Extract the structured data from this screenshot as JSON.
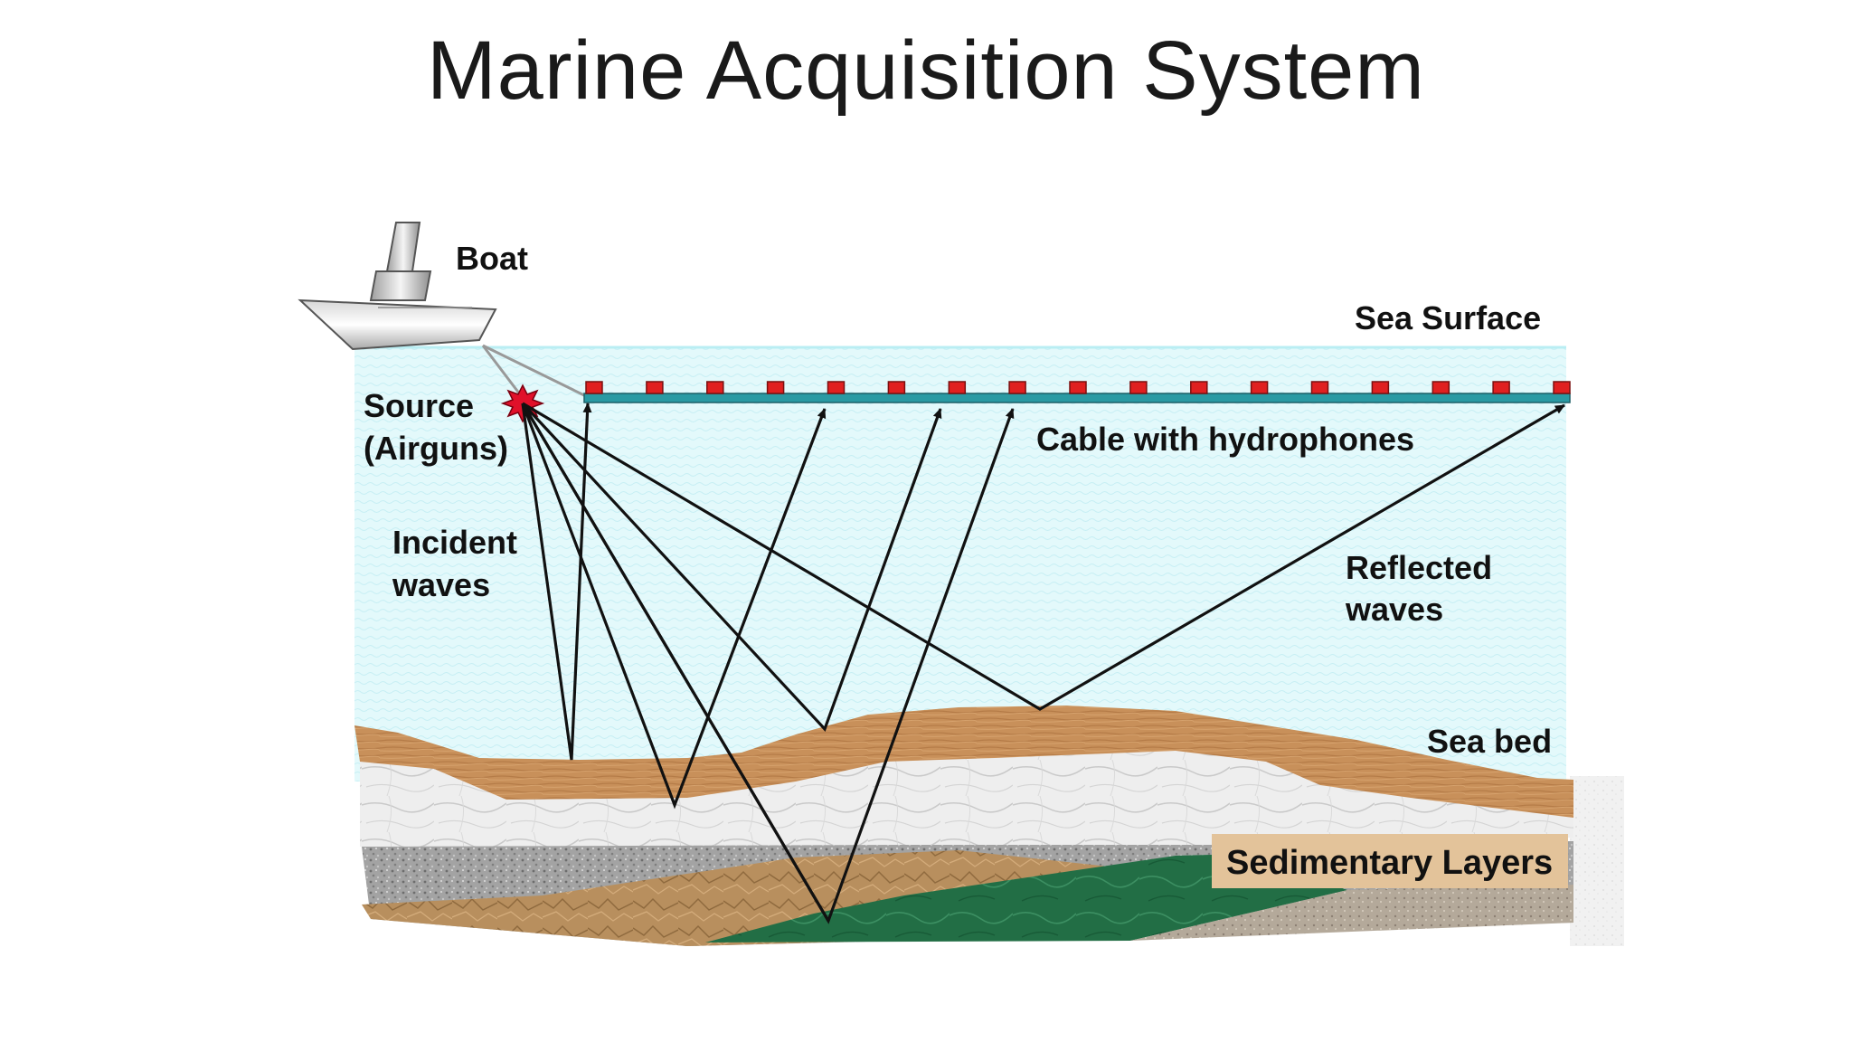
{
  "slide": {
    "title": "Marine Acquisition System"
  },
  "labels": {
    "boat": "Boat",
    "sea_surface": "Sea Surface",
    "source_line1": "Source",
    "source_line2": "(Airguns)",
    "cable": "Cable with hydrophones",
    "incident_line1": "Incident",
    "incident_line2": "waves",
    "reflected_line1": "Reflected",
    "reflected_line2": "waves",
    "sea_bed": "Sea bed",
    "sedimentary": "Sedimentary Layers"
  },
  "colors": {
    "water": "#e3f9fb",
    "water_edge": "#b9eef3",
    "seabed": "#c9935a",
    "marble": "#ececec",
    "granite": "#9b9b9b",
    "sandstone": "#b88f5e",
    "green_layer": "#1f6b43",
    "cable": "#2a9aa3",
    "hydrophone": "#e02020",
    "source_burst": "#e0102a",
    "label_box": "#e3c39a"
  },
  "icons": {
    "boat": "boat-icon",
    "source": "explosion-icon",
    "hydrophone": "hydrophone-icon"
  },
  "hydrophone_count": 17
}
